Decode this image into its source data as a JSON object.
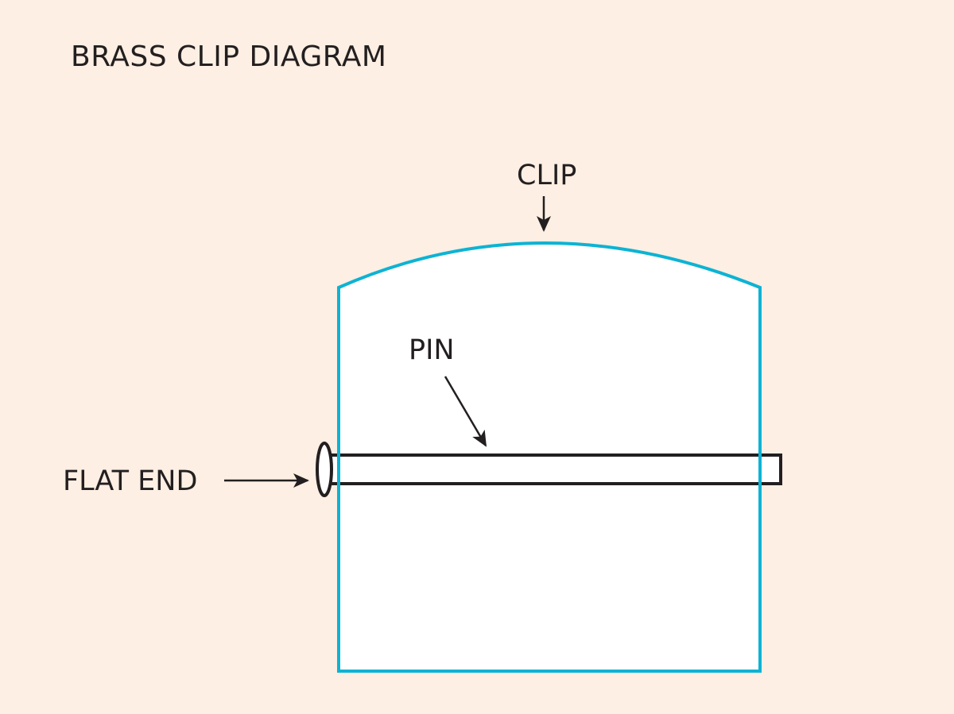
{
  "title": "BRASS CLIP DIAGRAM",
  "labels": {
    "clip": "CLIP",
    "pin": "PIN",
    "flat_end": "FLAT END"
  },
  "colors": {
    "background": "#fdefe3",
    "clip_outline": "#0db3d4",
    "clip_fill": "#ffffff",
    "ink": "#231f20"
  }
}
